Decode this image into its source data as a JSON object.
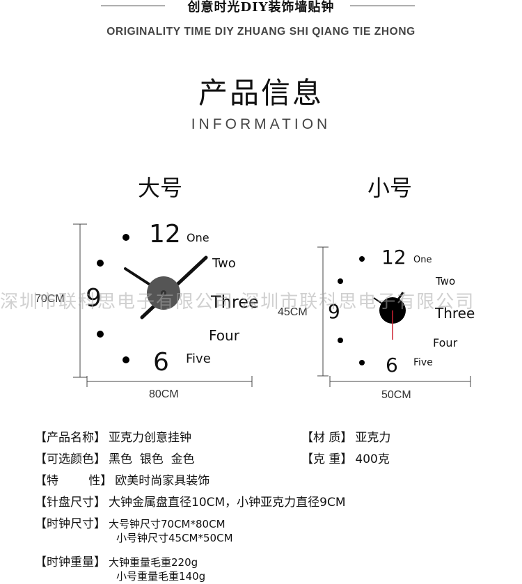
{
  "header": {
    "title_cn": "创意时光DIY装饰墙贴钟",
    "subtitle_en": "ORIGINALITY TIME DIY ZHUANG SHI QIANG TIE ZHONG"
  },
  "section": {
    "title_cn": "产品信息",
    "title_en": "INFORMATION"
  },
  "large_clock": {
    "label": "大号",
    "height_label": "70CM",
    "width_label": "80CM",
    "numerals": [
      "12",
      "9",
      "6"
    ],
    "words": [
      "One",
      "Two",
      "Three",
      "Four",
      "Five"
    ]
  },
  "small_clock": {
    "label": "小号",
    "height_label": "45CM",
    "width_label": "50CM",
    "numerals": [
      "12",
      "9",
      "6"
    ],
    "words": [
      "One",
      "Two",
      "Three",
      "Four",
      "Five"
    ]
  },
  "watermark": "深圳市联科思电子有限公司 深圳市联科思电子有限公司",
  "specs": {
    "name": {
      "key": "【产品名称】",
      "value": "亚克力创意挂钟"
    },
    "colors": {
      "key": "【可选颜色】",
      "value": "黑色  银色  金色"
    },
    "feature": {
      "key": "【特        性】",
      "value": "欧美时尚家具装饰"
    },
    "dial": {
      "key": "【针盘尺寸】",
      "value": "大钟金属盘直径10CM，小钟亚克力直径9CM"
    },
    "size": {
      "key": "【时钟尺寸】",
      "value": "大号钟尺寸70CM*80CM",
      "value2": "小号钟尺寸45CM*50CM"
    },
    "weight": {
      "key": "【时钟重量】",
      "value": "大钟重量毛重220g",
      "value2": "小号重量毛重140g"
    },
    "material": {
      "key": "【材        质】",
      "value": "亚克力"
    },
    "net_weight": {
      "key": "【克        重】",
      "value": "400克"
    }
  }
}
